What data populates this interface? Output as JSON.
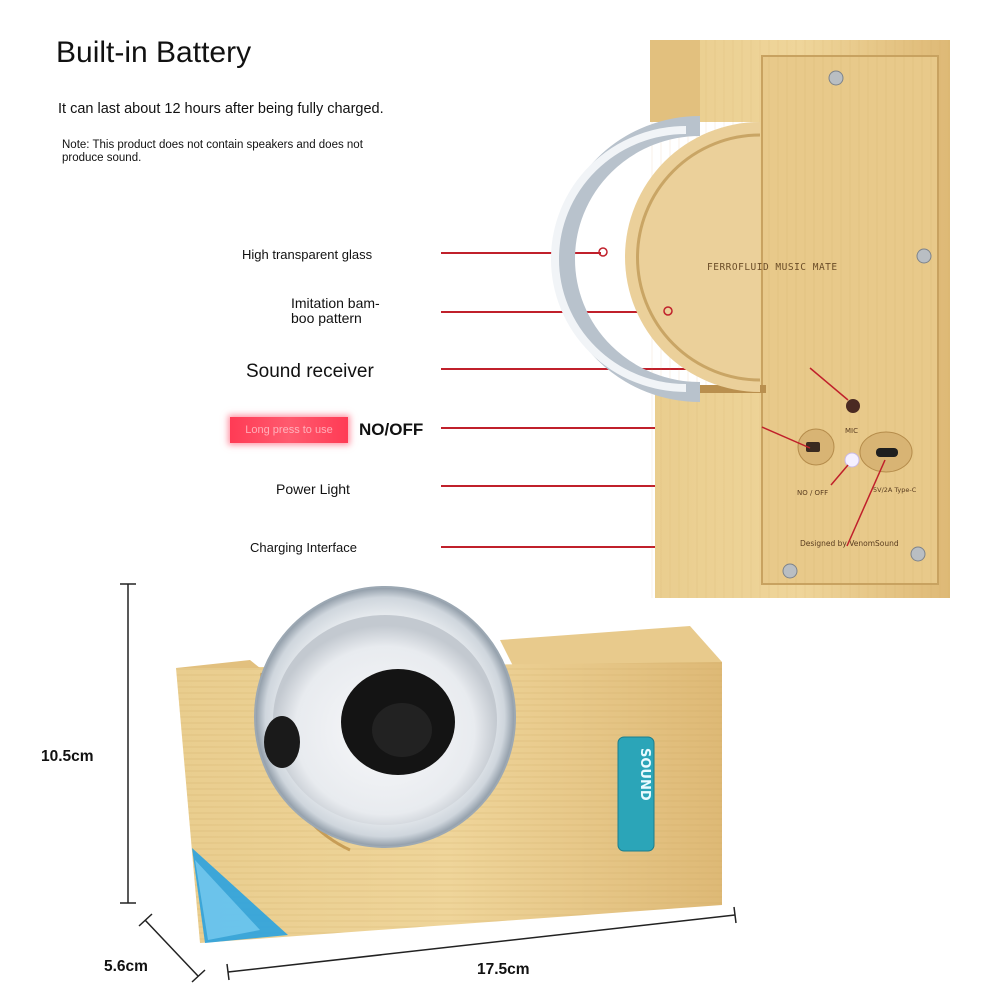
{
  "header": {
    "title": "Built-in Battery",
    "subtitle": "It can last about 12 hours after being fully charged.",
    "note": "Note: This product does not contain speakers and does not produce sound."
  },
  "callouts": {
    "glass": "High transparent glass",
    "bamboo": "Imitation bam-\nboo pattern",
    "sound": "Sound receiver",
    "badge": "Long press to use",
    "power_switch": "NO/OFF",
    "power_light": "Power Light",
    "charging": "Charging Interface"
  },
  "device_back": {
    "brand_text": "FERROFLUID MUSIC MATE",
    "mic_label": "MIC",
    "switch_label": "NO / OFF",
    "port_label": "5V/2A Type-C",
    "designed_by": "Designed by VenomSound"
  },
  "device_front": {
    "logo_text": "SOUND"
  },
  "dimensions": {
    "height": "10.5cm",
    "depth": "5.6cm",
    "width": "17.5cm"
  },
  "colors": {
    "accent_line": "#c0202b",
    "bamboo": "#e6c684",
    "badge": "#ff4560"
  }
}
